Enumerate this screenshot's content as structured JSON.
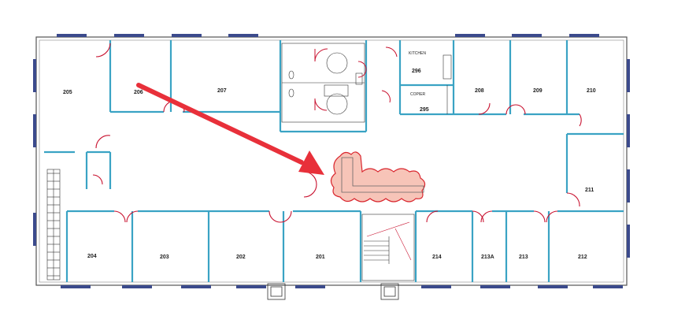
{
  "rooms": [
    {
      "id": "r205",
      "label": "205"
    },
    {
      "id": "r206",
      "label": "206"
    },
    {
      "id": "r207",
      "label": "207"
    },
    {
      "id": "r296",
      "label": "296",
      "sublabel": "KITCHEN"
    },
    {
      "id": "r295",
      "label": "295",
      "sublabel": "COPIER"
    },
    {
      "id": "r208",
      "label": "208"
    },
    {
      "id": "r209",
      "label": "209"
    },
    {
      "id": "r210",
      "label": "210"
    },
    {
      "id": "r211",
      "label": "211"
    },
    {
      "id": "r204",
      "label": "204"
    },
    {
      "id": "r203",
      "label": "203"
    },
    {
      "id": "r202",
      "label": "202"
    },
    {
      "id": "r201",
      "label": "201"
    },
    {
      "id": "r214",
      "label": "214"
    },
    {
      "id": "r213A",
      "label": "213A"
    },
    {
      "id": "r213",
      "label": "213"
    },
    {
      "id": "r212",
      "label": "212"
    }
  ],
  "colors": {
    "wall": "#3aa3c4",
    "outer_wall": "#555555",
    "window": "#3b4a8c",
    "door": "#c8102e",
    "arrow": "#e8303a",
    "cloud_fill": "#f7c4b8",
    "cloud_stroke": "#d9262e"
  },
  "markup": {
    "arrow_icon": "pointer-arrow-icon",
    "cloud_icon": "revision-cloud-icon"
  }
}
